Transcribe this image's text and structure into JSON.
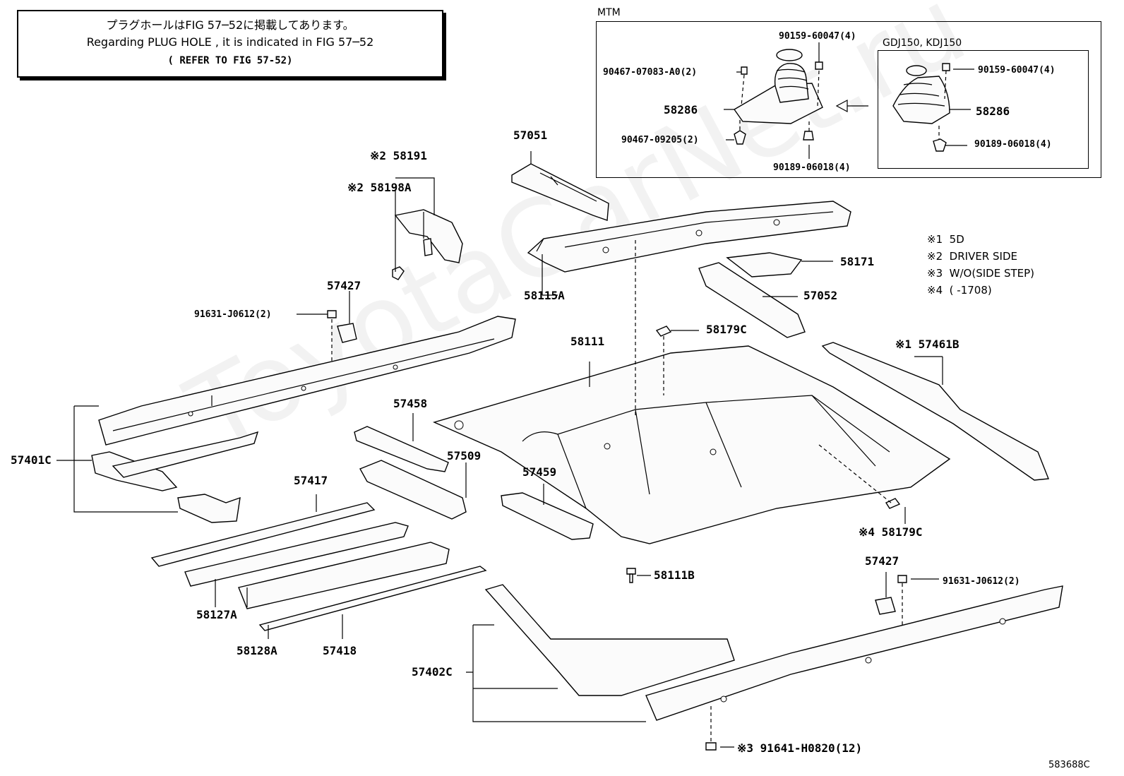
{
  "note": {
    "line1": "プラグホールはFIG 57─52に掲載してあります。",
    "line2": "Regarding  PLUG  HOLE , it is indicated in  FIG  57─52",
    "line3": "( REFER TO FIG 57-52)"
  },
  "mtm_box": {
    "title": "MTM",
    "sub_title": "GDJ150, KDJ150",
    "labels": {
      "l90159_a": "90159-60047(4)",
      "l90467_a": "90467-07083-A0(2)",
      "l58286_a": "58286",
      "l90467_b": "90467-09205(2)",
      "l90189_a": "90189-06018(4)",
      "l90159_b": "90159-60047(4)",
      "l58286_b": "58286",
      "l90189_b": "90189-06018(4)"
    }
  },
  "legend": [
    {
      "mark": "※1",
      "text": "5D"
    },
    {
      "mark": "※2",
      "text": "DRIVER SIDE"
    },
    {
      "mark": "※3",
      "text": "W/O(SIDE STEP)"
    },
    {
      "mark": "※4",
      "text": "(        -1708)"
    }
  ],
  "parts": {
    "p57051": "57051",
    "p58191": "※2 58191",
    "p58198a": "※2 58198A",
    "p58115a": "58115A",
    "p58171": "58171",
    "p57052": "57052",
    "p57427_top": "57427",
    "p91631_top": "91631-J0612(2)",
    "p58179c_top": "58179C",
    "p58111": "58111",
    "p57461b": "※1 57461B",
    "p57401c": "57401C",
    "p57458": "57458",
    "p57417": "57417",
    "p57509": "57509",
    "p57459": "57459",
    "p58179c_bot": "※4 58179C",
    "p58127a": "58127A",
    "p58128a": "58128A",
    "p57418": "57418",
    "p58111b": "58111B",
    "p57427_bot": "57427",
    "p91631_bot": "91631-J0612(2)",
    "p57402c": "57402C",
    "p91641": "※3 91641-H0820(12)"
  },
  "diagram_id": "583688C",
  "watermark": "ToyotaCarNet.ru"
}
